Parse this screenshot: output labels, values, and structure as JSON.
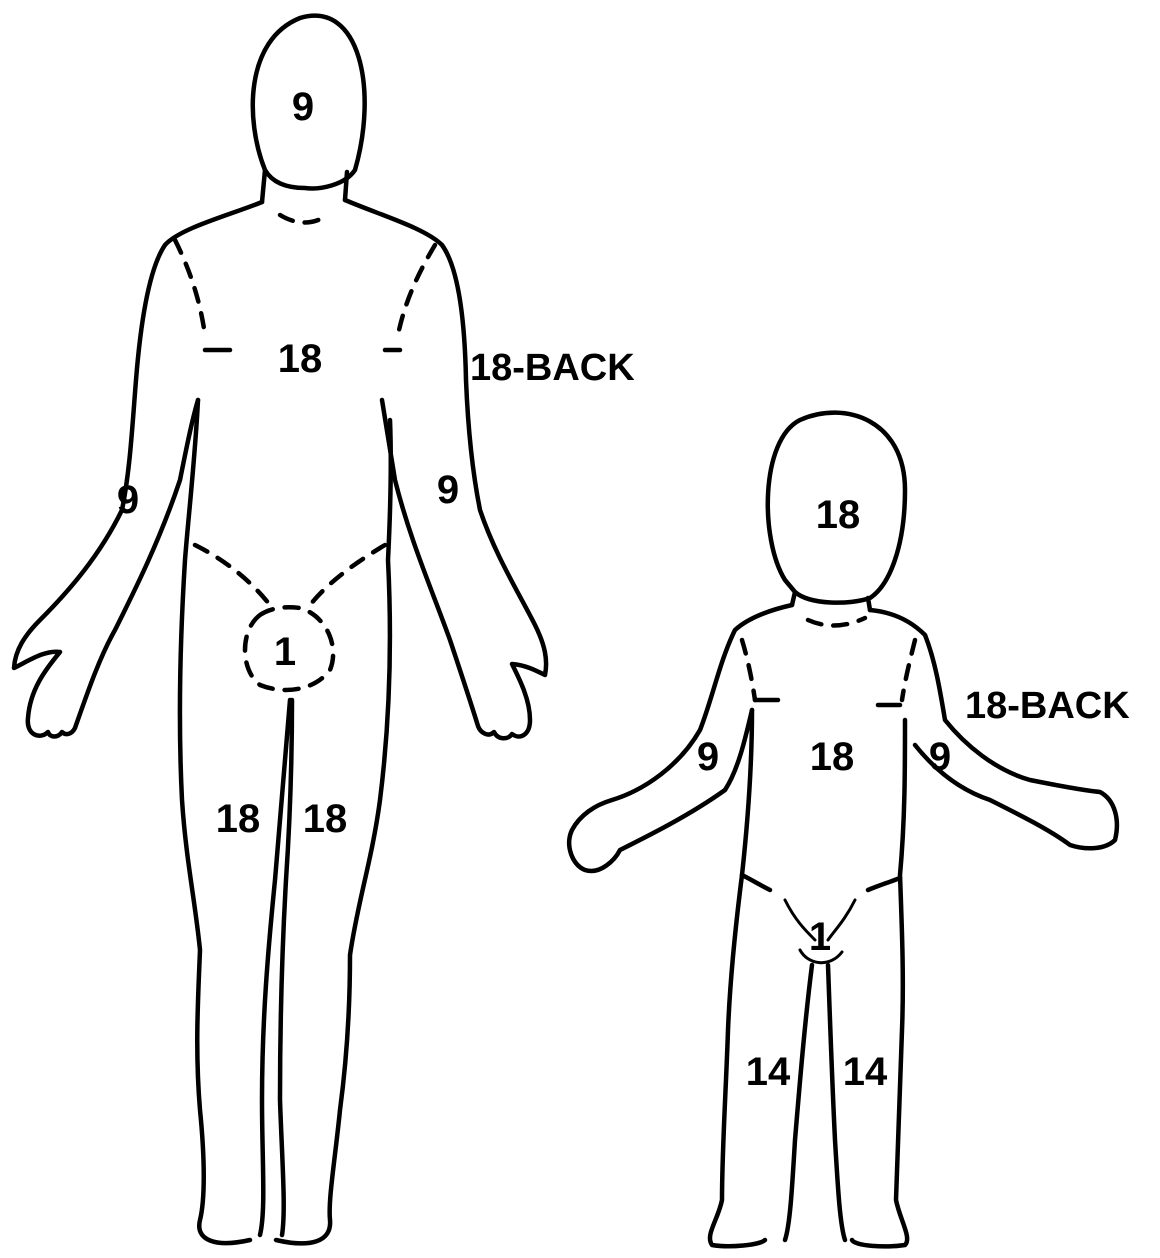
{
  "adult": {
    "head": "9",
    "trunk_front": "18",
    "trunk_back": "18-BACK",
    "arm_left": "9",
    "arm_right": "9",
    "perineum": "1",
    "leg_left": "18",
    "leg_right": "18"
  },
  "child": {
    "head": "18",
    "trunk_front": "18",
    "trunk_back": "18-BACK",
    "arm_left": "9",
    "arm_right": "9",
    "perineum": "1",
    "leg_left": "14",
    "leg_right": "14"
  },
  "colors": {
    "ink": "#000000",
    "background": "#ffffff"
  }
}
